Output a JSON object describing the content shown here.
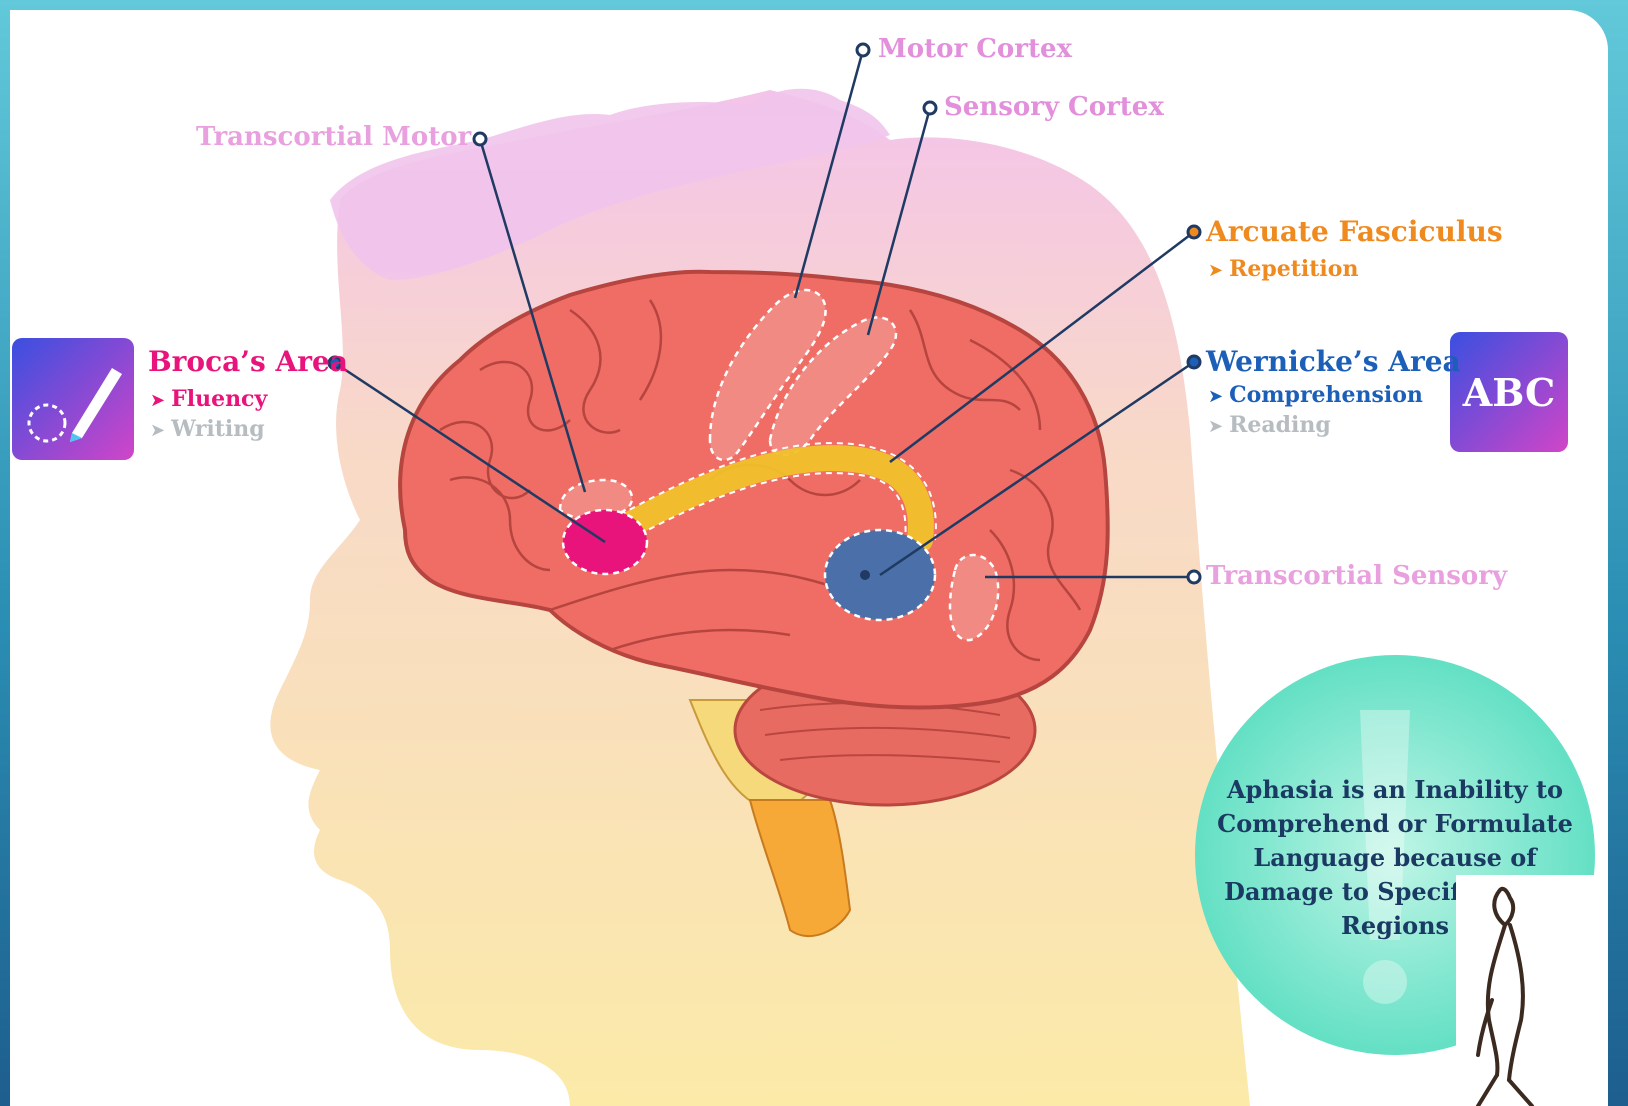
{
  "labels": {
    "motor_cortex": "Motor Cortex",
    "sensory_cortex": "Sensory Cortex",
    "transcortial_motor": "Transcortial Motor",
    "arcuate_fasciculus": "Arcuate Fasciculus",
    "arcuate_sub": "Repetition",
    "broca": "Broca’s Area",
    "broca_sub1": "Fluency",
    "broca_sub2": "Writing",
    "wernicke": "Wernicke’s Area",
    "wernicke_sub1": "Comprehension",
    "wernicke_sub2": "Reading",
    "transcortial_sensory": "Transcortial Sensory"
  },
  "badges": {
    "writing_icon": "pencil-icon",
    "reading_badge_text": "ABC"
  },
  "note": {
    "text": "Aphasia is an Inability to Comprehend or Formulate Language because of Damage to Specific Brain Regions"
  },
  "colors": {
    "motor": "#e28fdc",
    "broca": "#e8137b",
    "arcuate": "#ef8a1f",
    "wernicke": "#1c5fb8",
    "muted": "#b6bcc0",
    "leader": "#1f3a63",
    "note_bg": "#76e6cc"
  }
}
